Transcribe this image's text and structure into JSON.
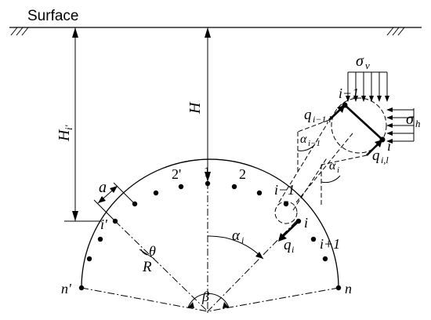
{
  "surface_label": "Surface",
  "labels": {
    "H": "H",
    "H_i_prime": "H",
    "H_i_prime_sub": "i'",
    "a": "a",
    "node_1": "1",
    "node_2": "2",
    "node_2_prime": "2'",
    "node_i_minus_1": "i−1",
    "node_i": "i",
    "node_i_plus_1": "i+1",
    "node_i_prime": "i'",
    "node_n": "n",
    "node_n_prime": "n'",
    "theta": "θ",
    "R": "R",
    "beta": "β",
    "alpha_i": "α",
    "alpha_i_sub": "i",
    "q_i": "q",
    "q_i_sub": "i",
    "inset_i_minus_1": "i−1",
    "inset_i": "i",
    "q_i_minus_1_l": "q",
    "q_i_minus_1_l_sub": "i−1,l",
    "q_i_l": "q",
    "q_i_l_sub": "i,l",
    "alpha_i_minus_1": "α",
    "alpha_i_minus_1_sub": "i−1",
    "alpha_i_inset": "α",
    "alpha_i_inset_sub": "i",
    "sigma_v": "σ",
    "sigma_v_sub": "v",
    "sigma_h": "σ",
    "sigma_h_sub": "h"
  },
  "colors": {
    "line": "#000000",
    "background": "#ffffff"
  }
}
